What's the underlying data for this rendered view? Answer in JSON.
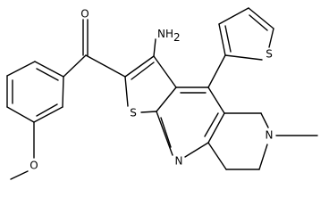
{
  "structure": {
    "atoms": [
      {
        "id": "O_carbonyl",
        "text": "O"
      },
      {
        "id": "N_amino",
        "text": "NH",
        "subscript": "2"
      },
      {
        "id": "S_thiophene",
        "text": "S"
      },
      {
        "id": "S_fused",
        "text": "S"
      },
      {
        "id": "N_pyridine",
        "text": "N"
      },
      {
        "id": "N_methyl",
        "text": "N"
      },
      {
        "id": "O_methoxy",
        "text": "O"
      }
    ]
  },
  "colors": {
    "bond": "#000000",
    "background": "#ffffff"
  }
}
